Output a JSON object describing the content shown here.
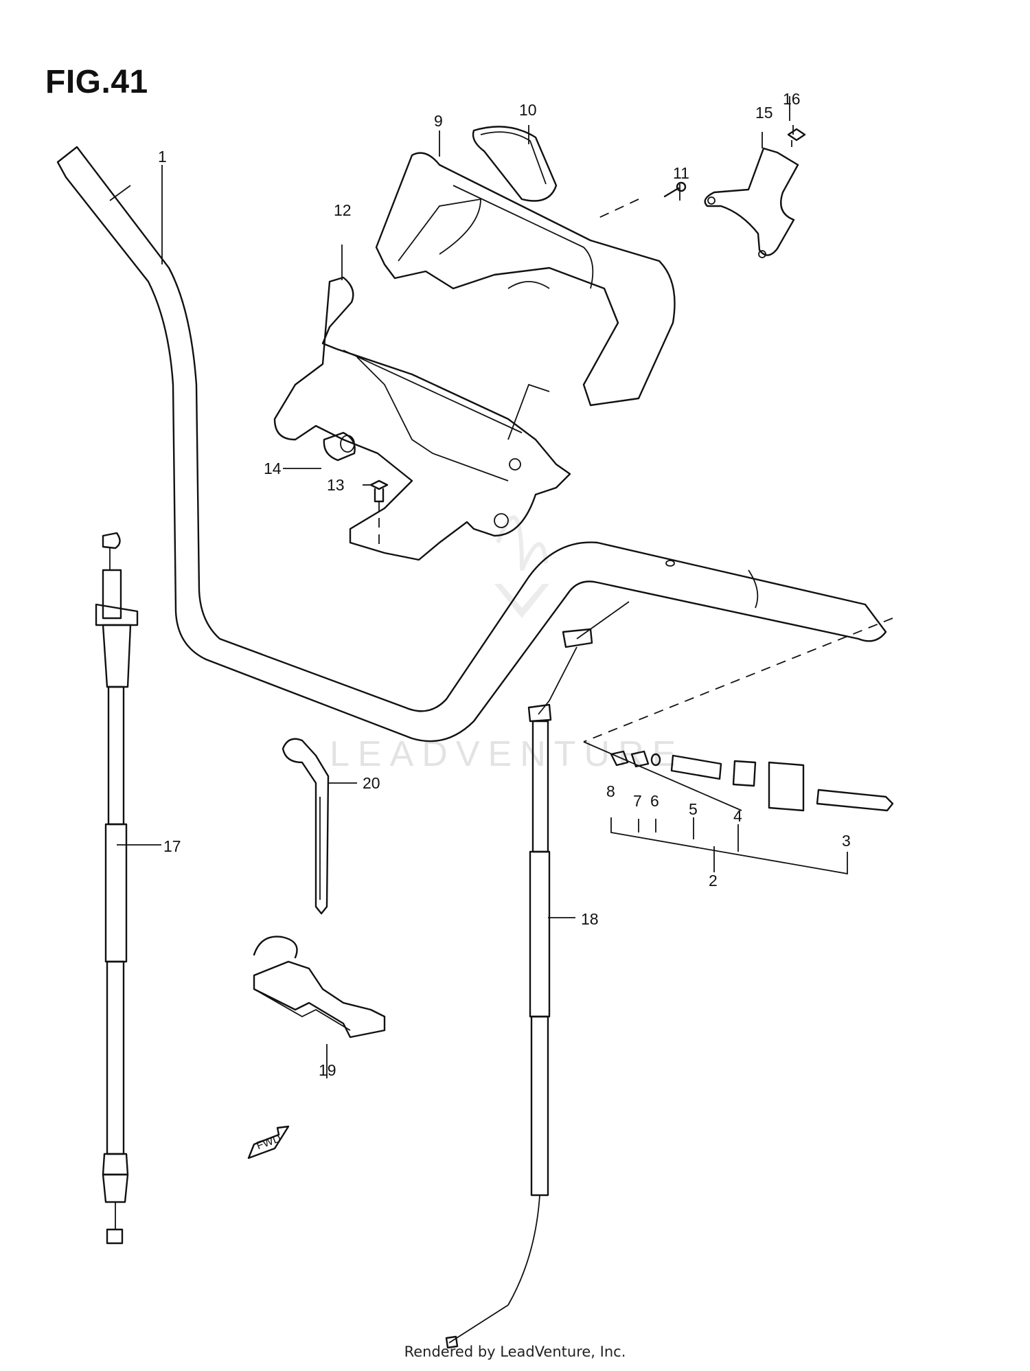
{
  "figure_title": "FIG.41",
  "footer": "Rendered by LeadVenture, Inc.",
  "watermark": "LEADVENTURE",
  "fwd_label": "FWD",
  "callouts": [
    "1",
    "2",
    "3",
    "4",
    "5",
    "6",
    "7",
    "8",
    "9",
    "10",
    "11",
    "12",
    "13",
    "14",
    "15",
    "16",
    "17",
    "18",
    "19",
    "20"
  ]
}
